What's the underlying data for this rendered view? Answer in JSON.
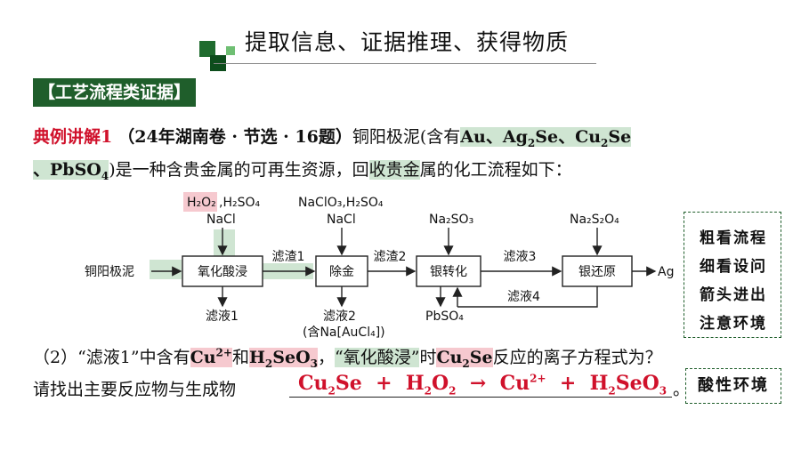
{
  "title": "提取信息、证据推理、获得物质",
  "section_tag": "【工艺流程类证据】",
  "intro": {
    "example_label": "典例讲解1",
    "source": "（24年湖南卷 · 节选 · 16题）",
    "text_a": "铜阳极泥(含有",
    "sub_au": "Au",
    "sep1": "、",
    "ag2se": "Ag",
    "ag2se_sub": "2",
    "ag2se_tail": "Se",
    "sep2": "、",
    "cu2se": "Cu",
    "cu2se_sub": "2",
    "cu2se_tail": "Se",
    "line2_sep": "、",
    "pbso4": "PbSO",
    "pbso4_sub": "4",
    "line2_a": ")是一种含贵金属的可再生资源，回",
    "line2_hl": "收贵金",
    "line2_b": "属的化工流程如下："
  },
  "flow": {
    "start": "铜阳极泥",
    "box1": "氧化酸浸",
    "box2": "除金",
    "box3": "银转化",
    "box4": "银还原",
    "product": "Ag",
    "reagent1_h2o2": "H₂O₂",
    "reagent1_rest": ",H₂SO₄",
    "reagent1_nacl": "NaCl",
    "reagent2_line1": "NaClO₃,H₂SO₄",
    "reagent2_line2": "NaCl",
    "reagent3": "Na₂SO₃",
    "reagent4": "Na₂S₂O₄",
    "arrow12": "滤渣1",
    "arrow23": "滤渣2",
    "arrow34": "滤液3",
    "out1": "滤液1",
    "out2": "滤液2",
    "out2_note": "(含Na[AuCl₄])",
    "out3": "PbSO₄",
    "recycle": "滤液4"
  },
  "note_box": [
    "粗看流程",
    "细看设问",
    "箭头进出",
    "注意环境"
  ],
  "question": {
    "num": "（2）“滤液1”中含有",
    "cu": "Cu",
    "cu_sup": "2+",
    "he": "和",
    "h2seo3": "H",
    "h2seo3_sub": "2",
    "h2seo3_tail": "SeO",
    "h2seo3_sub2": "3",
    "mid": "，",
    "step": "“氧化酸浸”",
    "shi": "时",
    "cu2se": "Cu",
    "cu2se_sub": "2",
    "cu2se_tail": "Se",
    "tail": "反应的离子方程式为？"
  },
  "answer_prompt": "请找出主要反应物与生成物",
  "answer": {
    "p1": "Cu",
    "p1_sub": "2",
    "p1_tail": "Se  +  H",
    "p2_sub": "2",
    "p2_mid": "O",
    "p2_sub2": "2",
    "arrow": "  →  Cu",
    "p3_sup": "2+",
    "p4": "  +  H",
    "p4_sub": "2",
    "p4_tail": "SeO",
    "p4_sub2": "3"
  },
  "answer_end": "。",
  "acid_note": "酸性环境",
  "colors": {
    "accent_green": "#1f5e2b",
    "highlight_green": "#cfe5d2",
    "highlight_pink": "#f6c9cf",
    "red": "#d0112b"
  }
}
